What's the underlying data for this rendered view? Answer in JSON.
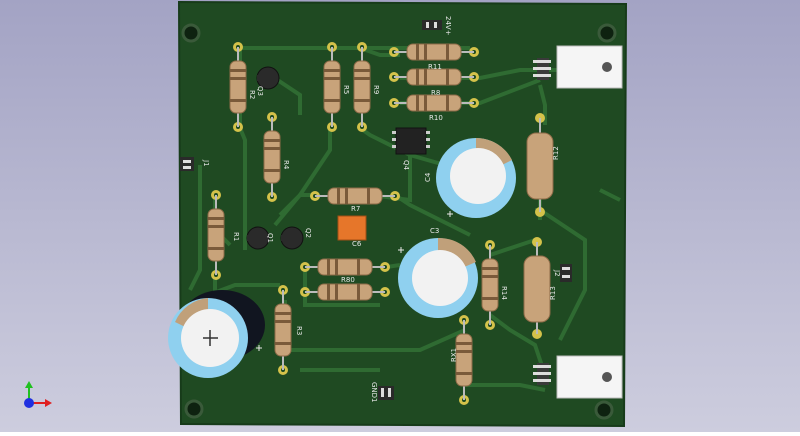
{
  "viewer": {
    "background_top": "#a3a3c4",
    "background_bottom": "#cdcdde"
  },
  "board": {
    "soldermask_color": "#1f4a22",
    "trace_color": "#2f6b32",
    "silkscreen_color": "#e8e8e8",
    "pad_color": "#d4c24a",
    "resistor_body_color": "#c8a37a",
    "capacitor_sleeve_color": "#8fd0ef",
    "capacitor_top_color": "#f2f2f2"
  },
  "labels": {
    "r1": "R1",
    "r2": "R2",
    "r3": "R3",
    "r4": "R4",
    "r5": "R5",
    "r7": "R7",
    "r8": "R8",
    "r9": "R9",
    "r10": "R10",
    "r11": "R11",
    "r12": "R12",
    "r13": "R13",
    "r14": "R14",
    "rx1": "RX1",
    "r80": "R80",
    "c3": "C3",
    "c4": "C4",
    "c6": "C6",
    "q1": "Q1",
    "q2": "Q2",
    "q3": "Q3",
    "q4": "Q4",
    "j1": "J1",
    "j2": "J2",
    "power_connector": "24V+",
    "gnd_connector": "GND1"
  },
  "axes_gizmo": {
    "icon": "xyz-axes-icon",
    "x_color": "#e02020",
    "y_color": "#20c020",
    "z_color": "#2030e0"
  }
}
